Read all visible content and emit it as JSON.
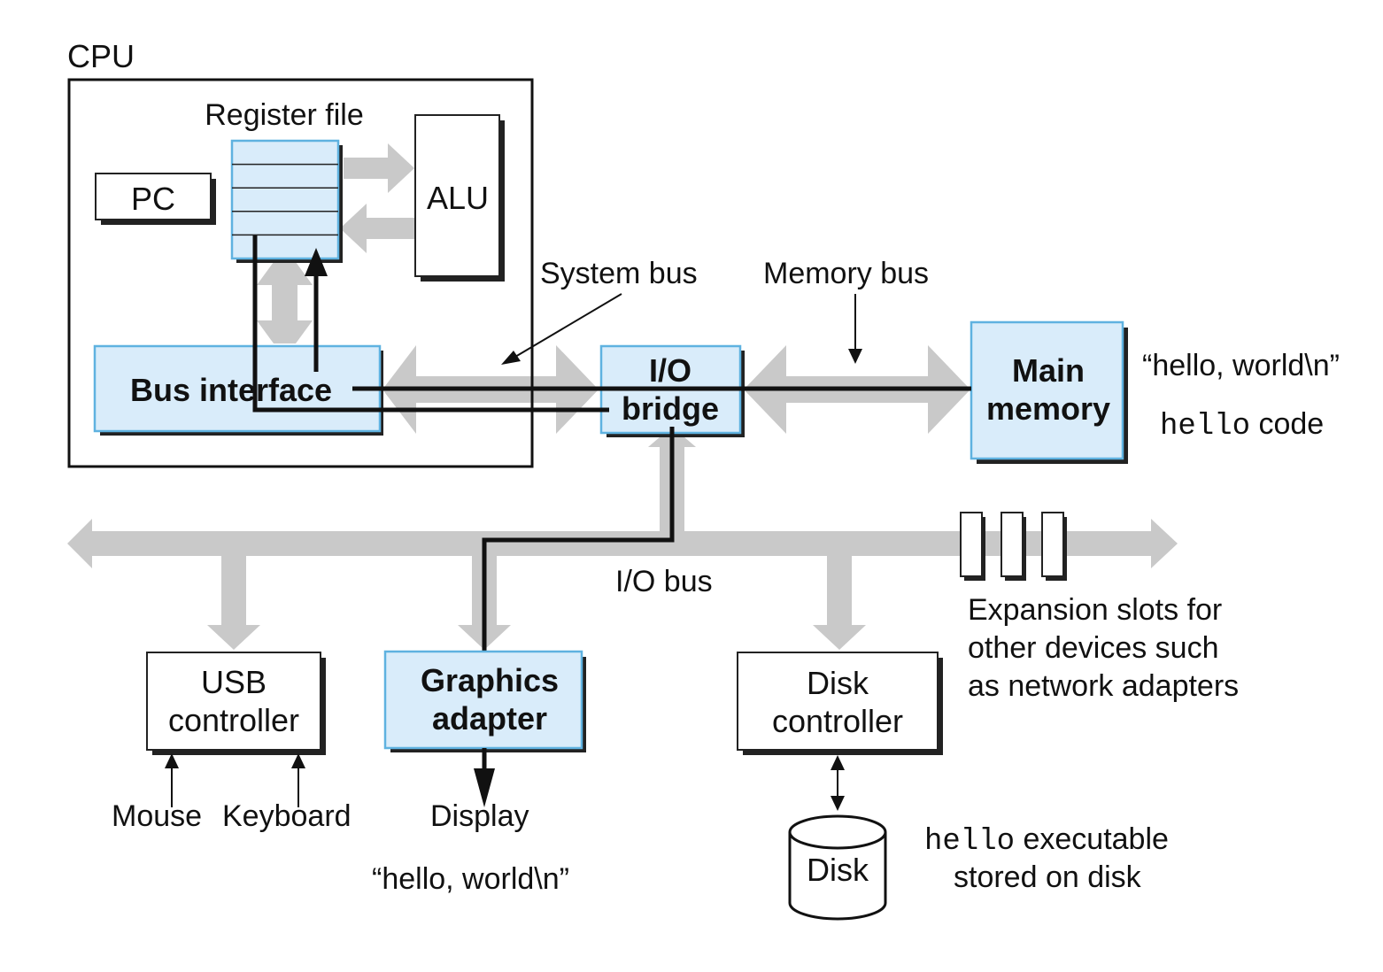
{
  "cpu": {
    "label": "CPU",
    "register_file_label": "Register file",
    "pc_label": "PC",
    "alu_label": "ALU",
    "bus_interface_label": "Bus interface"
  },
  "buses": {
    "system_bus_label": "System bus",
    "memory_bus_label": "Memory bus",
    "io_bus_label": "I/O bus"
  },
  "io_bridge": {
    "line1": "I/O",
    "line2": "bridge"
  },
  "main_memory": {
    "line1": "Main",
    "line2": "memory",
    "note_string": "“hello, world\\n”",
    "note_code_mono": "hello",
    "note_code_text": " code"
  },
  "usb_controller": {
    "line1": "USB",
    "line2": "controller",
    "mouse_label": "Mouse",
    "keyboard_label": "Keyboard"
  },
  "graphics_adapter": {
    "line1": "Graphics",
    "line2": "adapter",
    "display_label": "Display",
    "display_output": "“hello, world\\n”"
  },
  "disk_controller": {
    "line1": "Disk",
    "line2": "controller",
    "disk_label": "Disk",
    "note_mono": "hello",
    "note_line1_text": " executable",
    "note_line2": "stored on disk"
  },
  "expansion": {
    "line1": "Expansion slots for",
    "line2": "other devices such",
    "line3": "as network adapters"
  },
  "colors": {
    "box_fill": "#d9ecfa",
    "box_border": "#5fb2e0",
    "bus_gray": "#c9c9c9",
    "line_black": "#111111"
  }
}
